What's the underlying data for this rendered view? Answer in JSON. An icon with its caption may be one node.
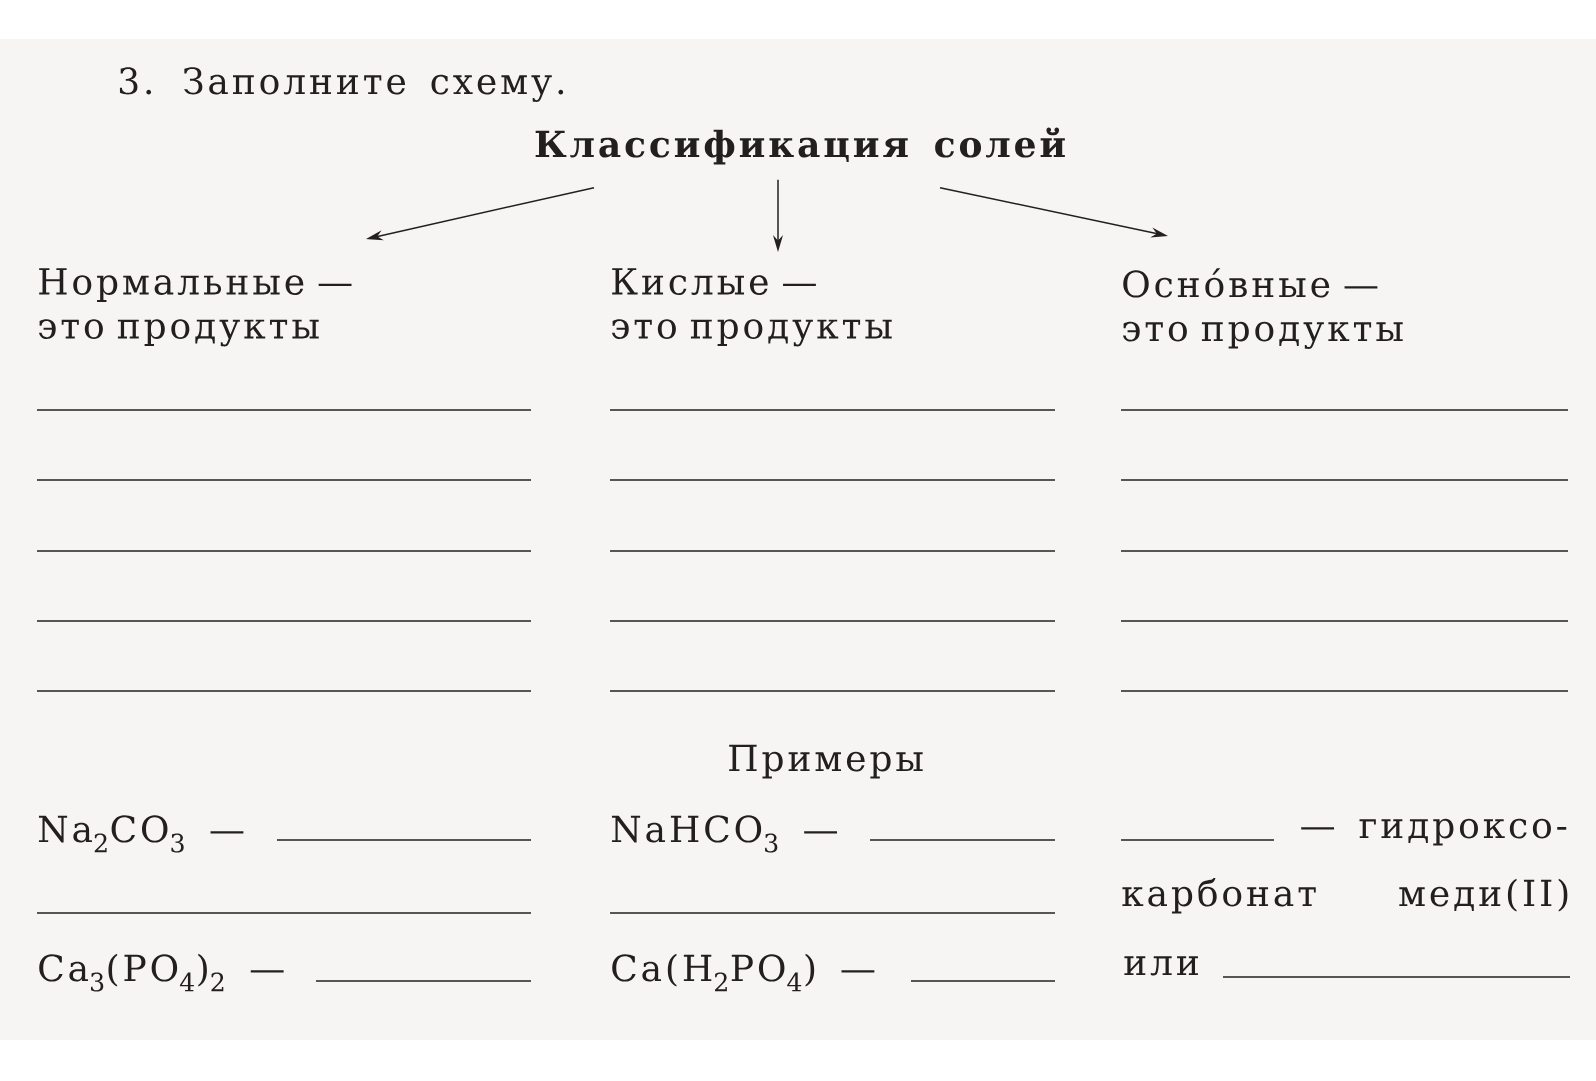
{
  "diagram": {
    "title": "3. Заполните схему.",
    "nodes": [
      {
        "text": [
          "Классификация солей"
        ]
      },
      {
        "text": [
          "Нормальные — это продукты"
        ]
      },
      {
        "text": [
          "Кислые — это продукты"
        ]
      },
      {
        "text": [
          "Осно́вные — это продукты"
        ]
      }
    ],
    "edges": [
      {
        "from": 0,
        "to": 1,
        "arrow": "to"
      },
      {
        "from": 0,
        "to": 2,
        "arrow": "to"
      },
      {
        "from": 0,
        "to": 3,
        "arrow": "to"
      }
    ],
    "labels": [
      "Примеры",
      "Na$_{2}$CO$_{3}$ —",
      "NaHCO$_{3}$ —",
      "— гидроксо-",
      "карбонат меди(II)",
      "Ca$_{3}$(PO$_{4}$)$_{2}$ —",
      "Ca(H$_{2}$PO$_{4}$) —",
      "или"
    ]
  }
}
